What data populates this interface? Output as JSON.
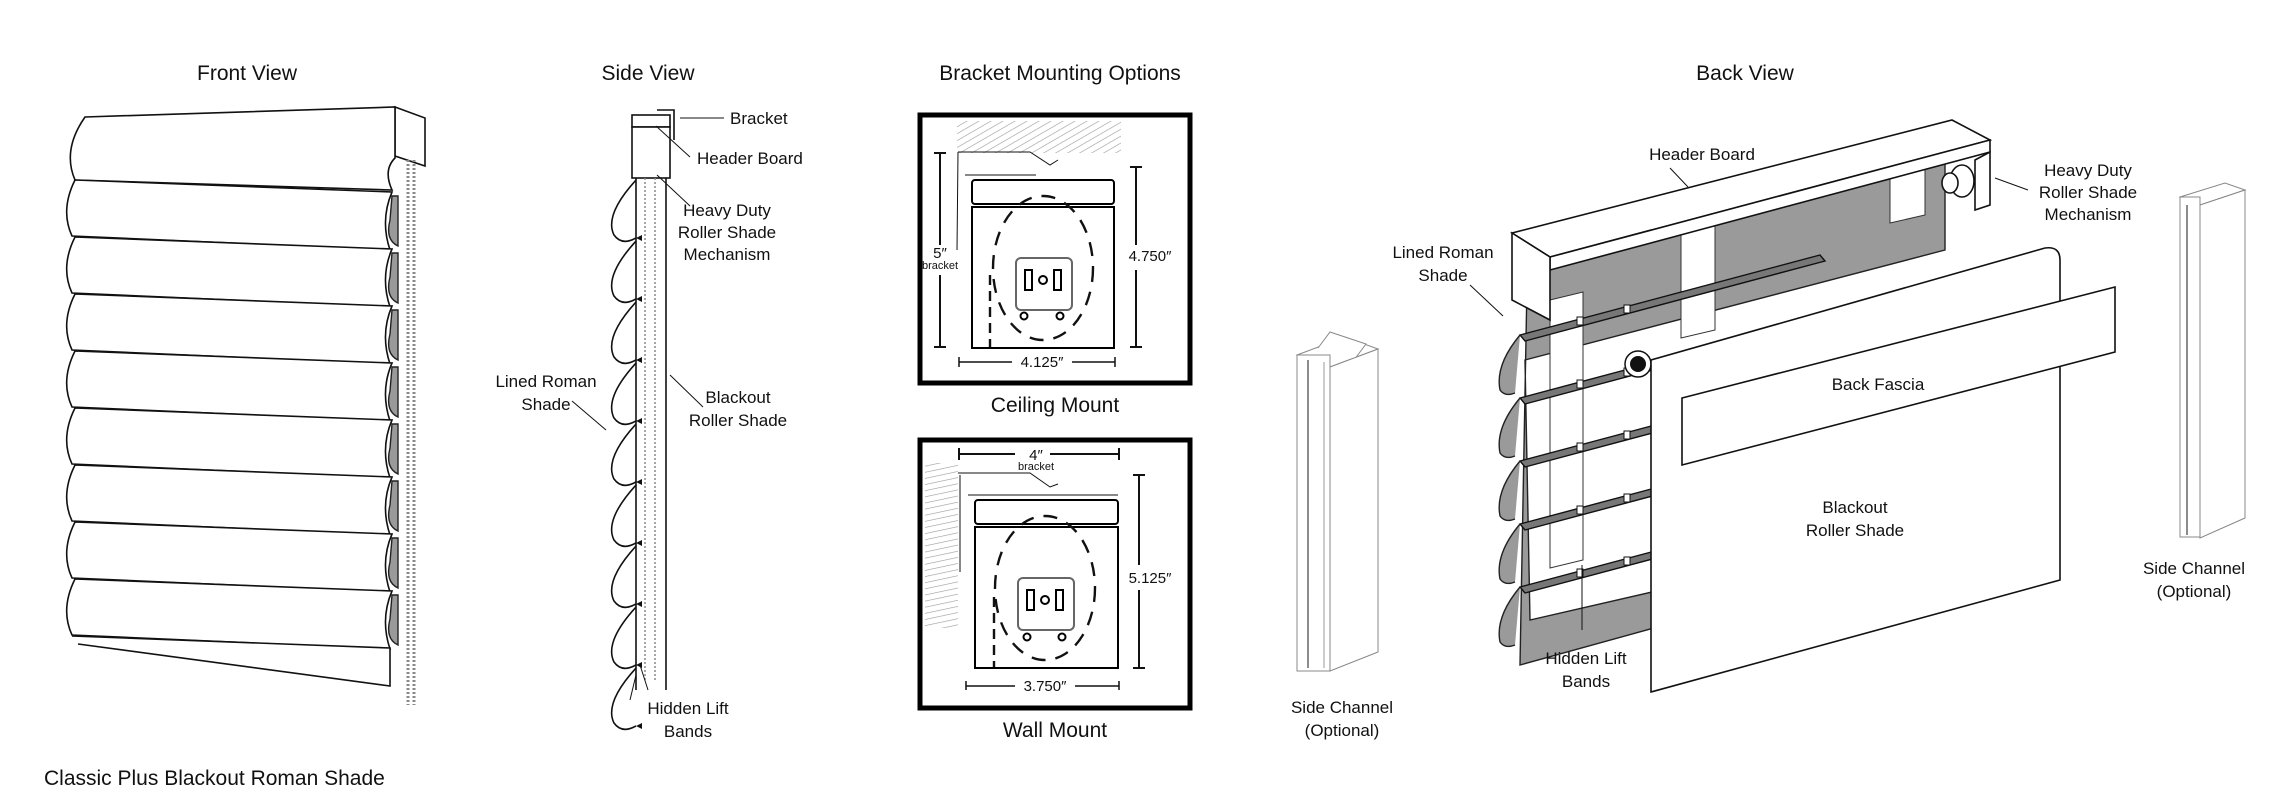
{
  "product_title": "Classic Plus Blackout Roman Shade",
  "sections": {
    "front_view": {
      "title": "Front View"
    },
    "side_view": {
      "title": "Side View",
      "callouts": {
        "bracket": "Bracket",
        "header_board": "Header Board",
        "mechanism": [
          "Heavy Duty",
          "Roller Shade",
          "Mechanism"
        ],
        "lined_roman_shade": [
          "Lined Roman",
          "Shade"
        ],
        "blackout_roller_shade": [
          "Blackout",
          "Roller Shade"
        ],
        "hidden_lift_bands": [
          "Hidden Lift",
          "Bands"
        ]
      }
    },
    "bracket_mounting": {
      "title": "Bracket Mounting Options",
      "ceiling_mount": {
        "label": "Ceiling Mount",
        "bracket_dim": "5″",
        "bracket_word": "bracket",
        "height_dim": "4.750″",
        "width_dim": "4.125″"
      },
      "wall_mount": {
        "label": "Wall Mount",
        "bracket_dim": "4″",
        "bracket_word": "bracket",
        "height_dim": "5.125″",
        "width_dim": "3.750″"
      }
    },
    "back_view": {
      "title": "Back View",
      "callouts": {
        "header_board": "Header Board",
        "mechanism": [
          "Heavy Duty",
          "Roller Shade",
          "Mechanism"
        ],
        "lined_roman_shade": [
          "Lined Roman",
          "Shade"
        ],
        "back_fascia": "Back Fascia",
        "blackout_roller_shade": [
          "Blackout",
          "Roller Shade"
        ],
        "hidden_lift_bands": [
          "Hidden Lift",
          "Bands"
        ]
      },
      "side_channel_left": [
        "Side Channel",
        "(Optional)"
      ],
      "side_channel_right": [
        "Side Channel",
        "(Optional)"
      ]
    }
  }
}
